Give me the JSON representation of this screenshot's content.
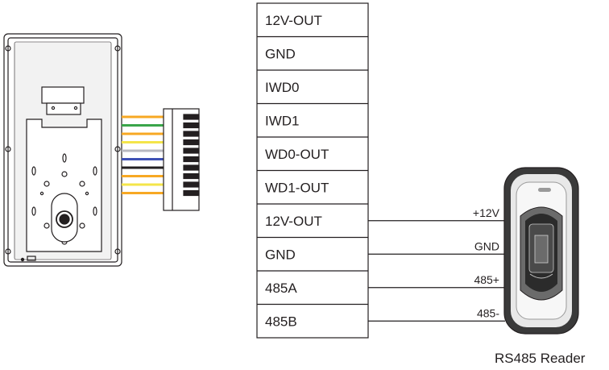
{
  "terminal_pins": [
    "12V-OUT",
    "GND",
    "IWD0",
    "IWD1",
    "WD0-OUT",
    "WD1-OUT",
    "12V-OUT",
    "GND",
    "485A",
    "485B"
  ],
  "reader_wires": [
    {
      "label": "+12V",
      "pin_index": 6
    },
    {
      "label": "GND",
      "pin_index": 7
    },
    {
      "label": "485+",
      "pin_index": 8
    },
    {
      "label": "485-",
      "pin_index": 9
    }
  ],
  "reader_caption": "RS485 Reader",
  "connector_wire_colors": [
    "#f7a823",
    "#3aa54a",
    "#f7a823",
    "#f4e54a",
    "#b9b9c0",
    "#3f51b5",
    "#231f20",
    "#f7a823",
    "#f4e54a",
    "#f7a823"
  ],
  "colors": {
    "line": "#231f20",
    "device_fill": "#ffffff",
    "device_inner": "#e6e6e6",
    "reader_dark": "#3a3a3a",
    "reader_mid": "#6b6b6b",
    "reader_light": "#c9c9c9"
  }
}
